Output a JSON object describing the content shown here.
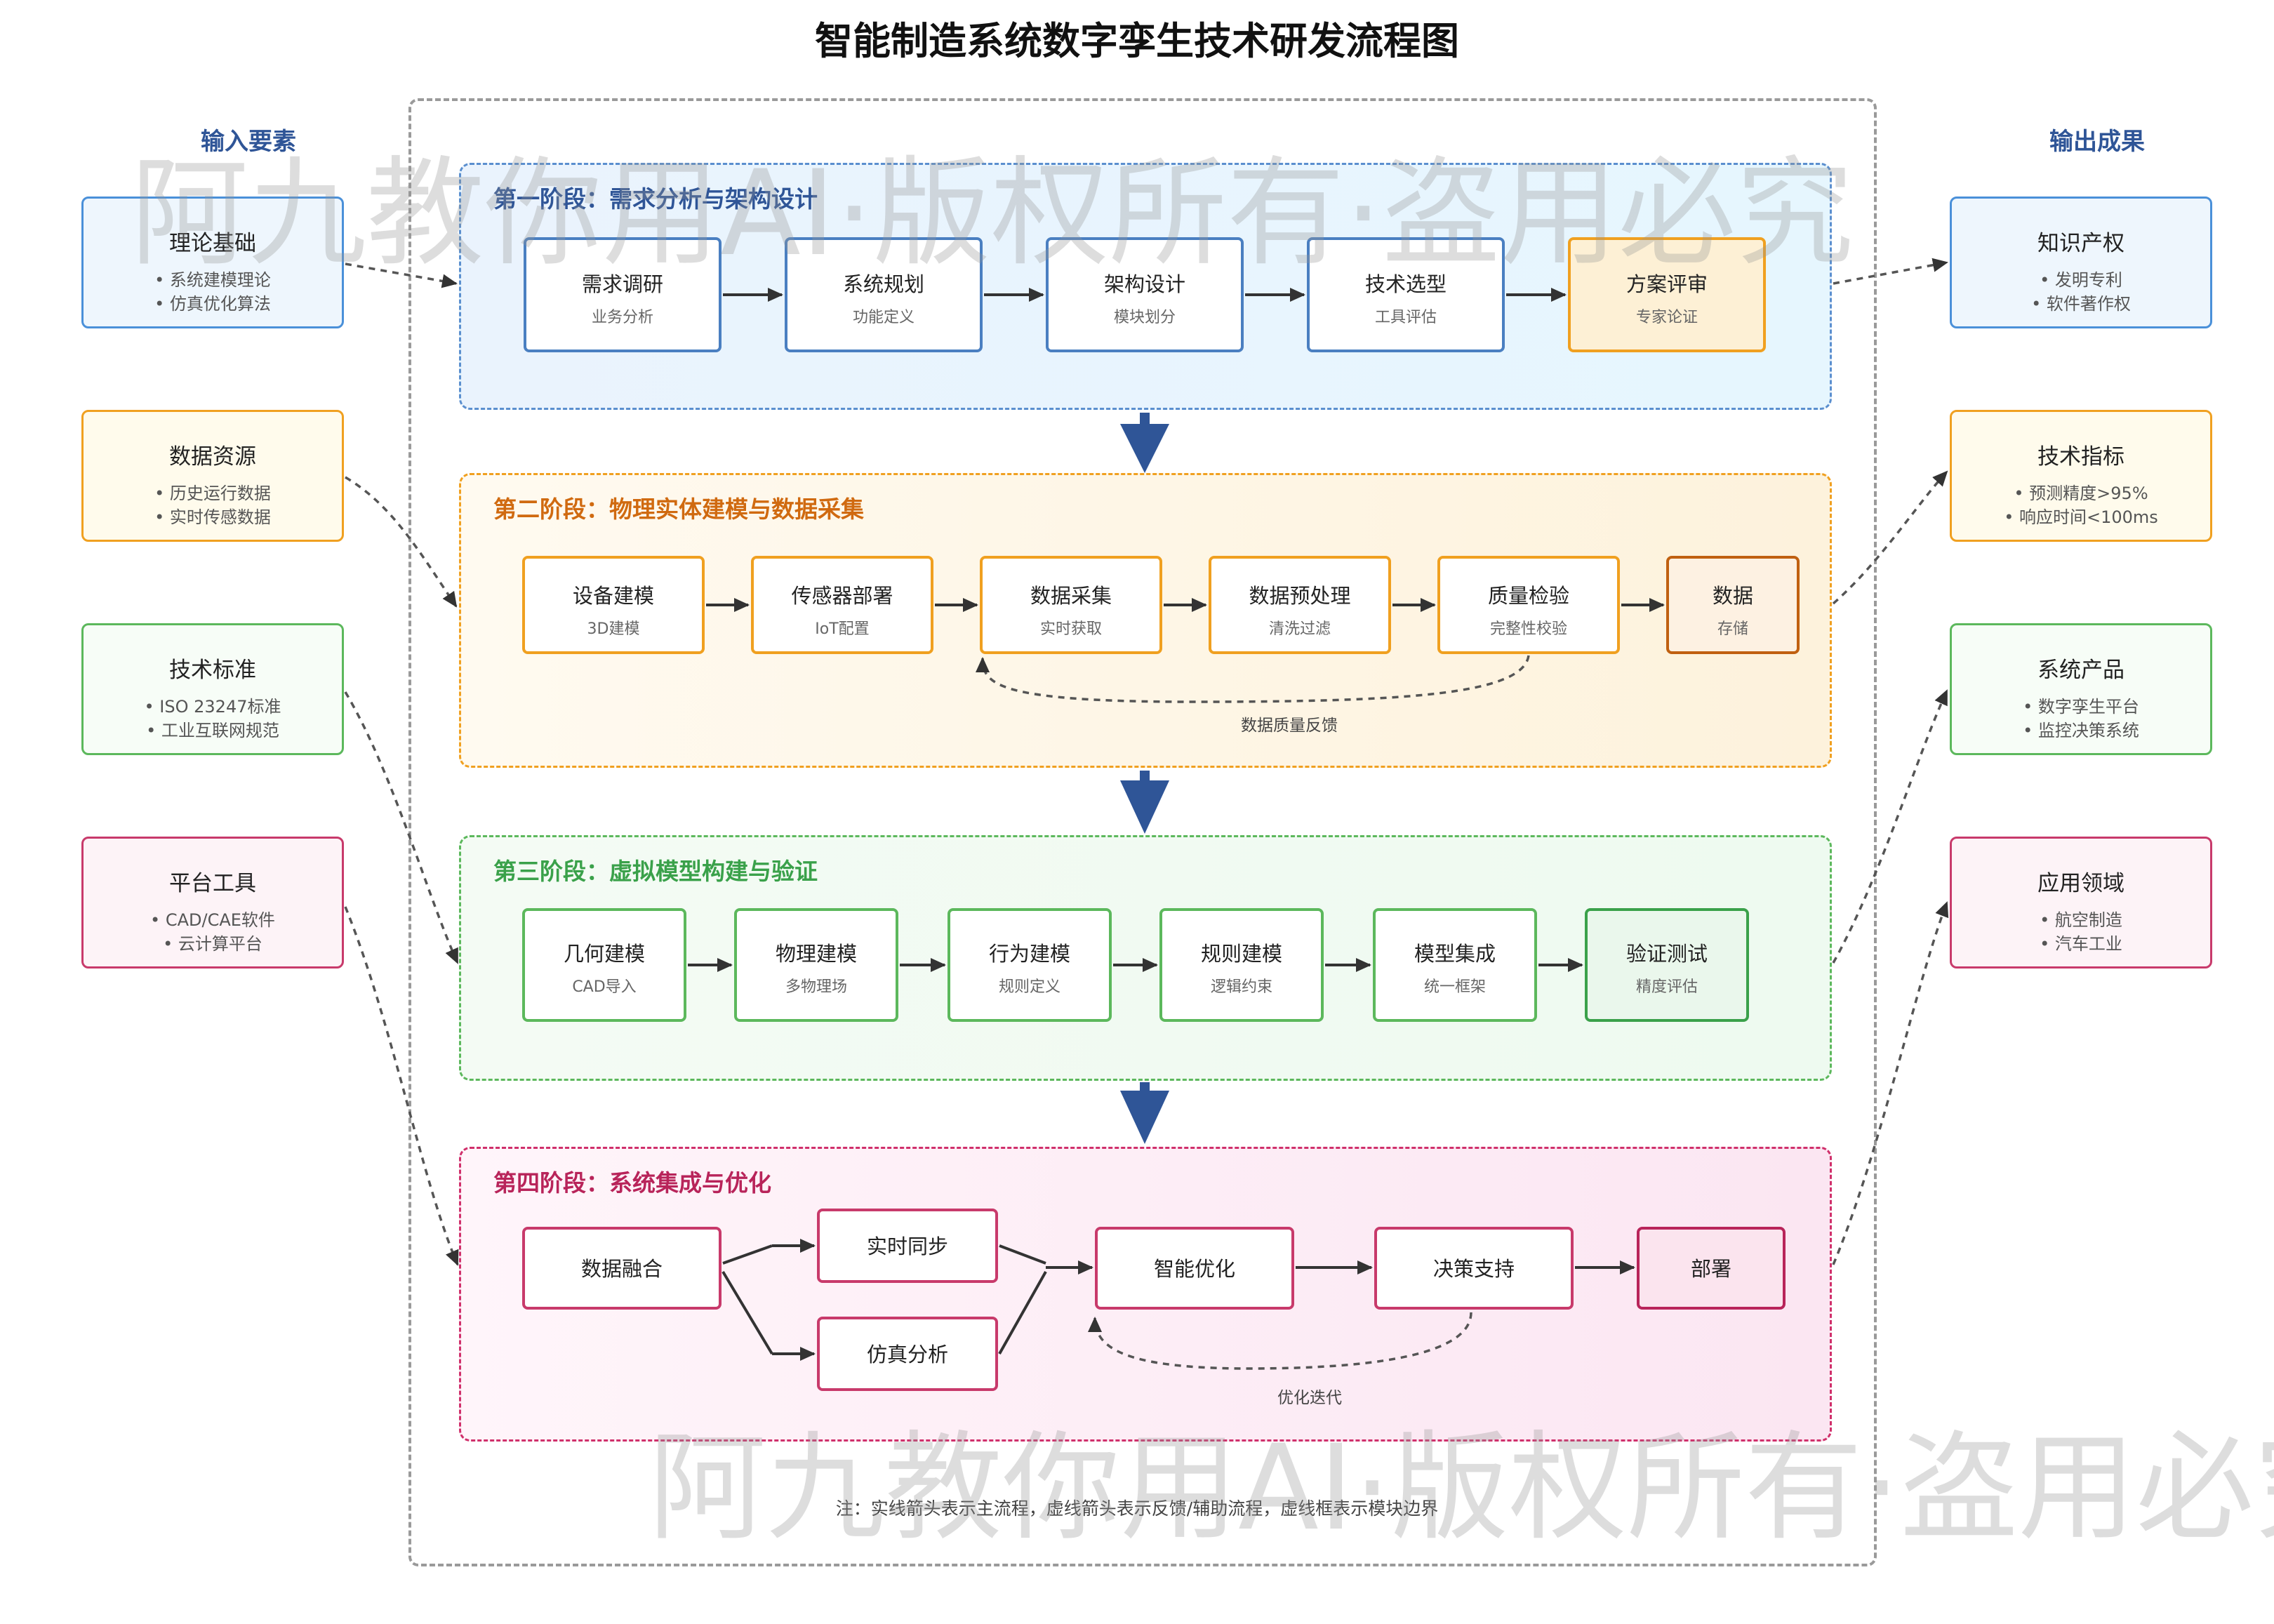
{
  "title": "智能制造系统数字孪生技术研发流程图",
  "colors": {
    "blue": "#4a7fc1",
    "orange": "#f0a020",
    "green": "#5cb85c",
    "pink": "#c83a6b",
    "arrow_main": "#2f5597"
  },
  "inputs": {
    "heading": "输入要素",
    "boxes": [
      {
        "title": "理论基础",
        "items": [
          "系统建模理论",
          "仿真优化算法"
        ]
      },
      {
        "title": "数据资源",
        "items": [
          "历史运行数据",
          "实时传感数据"
        ]
      },
      {
        "title": "技术标准",
        "items": [
          "ISO 23247标准",
          "工业互联网规范"
        ]
      },
      {
        "title": "平台工具",
        "items": [
          "CAD/CAE软件",
          "云计算平台"
        ]
      }
    ]
  },
  "outputs": {
    "heading": "输出成果",
    "boxes": [
      {
        "title": "知识产权",
        "items": [
          "发明专利",
          "软件著作权"
        ]
      },
      {
        "title": "技术指标",
        "items": [
          "预测精度>95%",
          "响应时间<100ms"
        ]
      },
      {
        "title": "系统产品",
        "items": [
          "数字孪生平台",
          "监控决策系统"
        ]
      },
      {
        "title": "应用领域",
        "items": [
          "航空制造",
          "汽车工业"
        ]
      }
    ]
  },
  "phase1": {
    "title": "第一阶段：需求分析与架构设计",
    "nodes": [
      {
        "title": "需求调研",
        "sub": "业务分析"
      },
      {
        "title": "系统规划",
        "sub": "功能定义"
      },
      {
        "title": "架构设计",
        "sub": "模块划分"
      },
      {
        "title": "技术选型",
        "sub": "工具评估"
      },
      {
        "title": "方案评审",
        "sub": "专家论证"
      }
    ]
  },
  "phase2": {
    "title": "第二阶段：物理实体建模与数据采集",
    "nodes": [
      {
        "title": "设备建模",
        "sub": "3D建模"
      },
      {
        "title": "传感器部署",
        "sub": "IoT配置"
      },
      {
        "title": "数据采集",
        "sub": "实时获取"
      },
      {
        "title": "数据预处理",
        "sub": "清洗过滤"
      },
      {
        "title": "质量检验",
        "sub": "完整性校验"
      },
      {
        "title": "数据",
        "sub": "存储"
      }
    ],
    "feedback_label": "数据质量反馈"
  },
  "phase3": {
    "title": "第三阶段：虚拟模型构建与验证",
    "nodes": [
      {
        "title": "几何建模",
        "sub": "CAD导入"
      },
      {
        "title": "物理建模",
        "sub": "多物理场"
      },
      {
        "title": "行为建模",
        "sub": "规则定义"
      },
      {
        "title": "规则建模",
        "sub": "逻辑约束"
      },
      {
        "title": "模型集成",
        "sub": "统一框架"
      },
      {
        "title": "验证测试",
        "sub": "精度评估"
      }
    ]
  },
  "phase4": {
    "title": "第四阶段：系统集成与优化",
    "nodes": {
      "fusion": "数据融合",
      "sync": "实时同步",
      "sim": "仿真分析",
      "opt": "智能优化",
      "decision": "决策支持",
      "deploy": "部署"
    },
    "feedback_label": "优化迭代"
  },
  "note": "注：实线箭头表示主流程，虚线箭头表示反馈/辅助流程，虚线框表示模块边界",
  "watermark": "阿九教你用AI·版权所有·盗用必究"
}
